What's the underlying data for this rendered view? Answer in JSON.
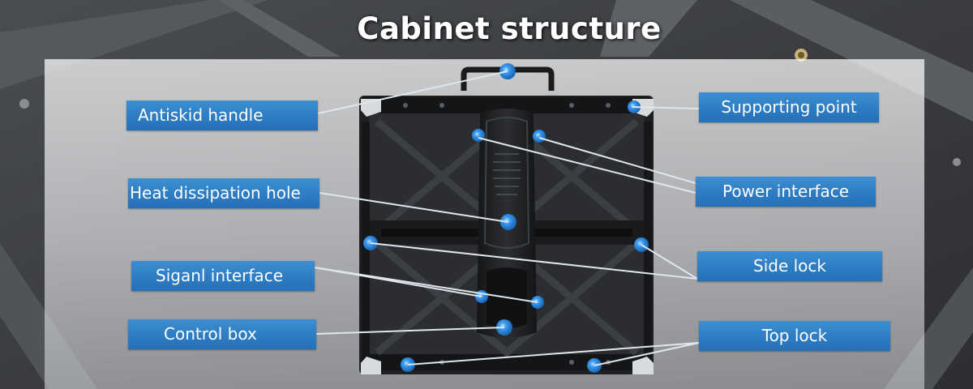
{
  "title": "Cabinet structure",
  "labels": {
    "antiskid_handle": "Antiskid handle",
    "heat_dissipation_hole": "Heat dissipation hole",
    "signal_interface": "Siganl interface",
    "control_box": "Control box",
    "supporting_point": "Supporting point",
    "power_interface": "Power interface",
    "side_lock": "Side lock",
    "top_lock": "Top lock"
  },
  "colors": {
    "label_fill": "#2d7cc3",
    "leader_line": "#dfe6ee",
    "marker": "#2b86d6",
    "panel": "#ffffff"
  }
}
